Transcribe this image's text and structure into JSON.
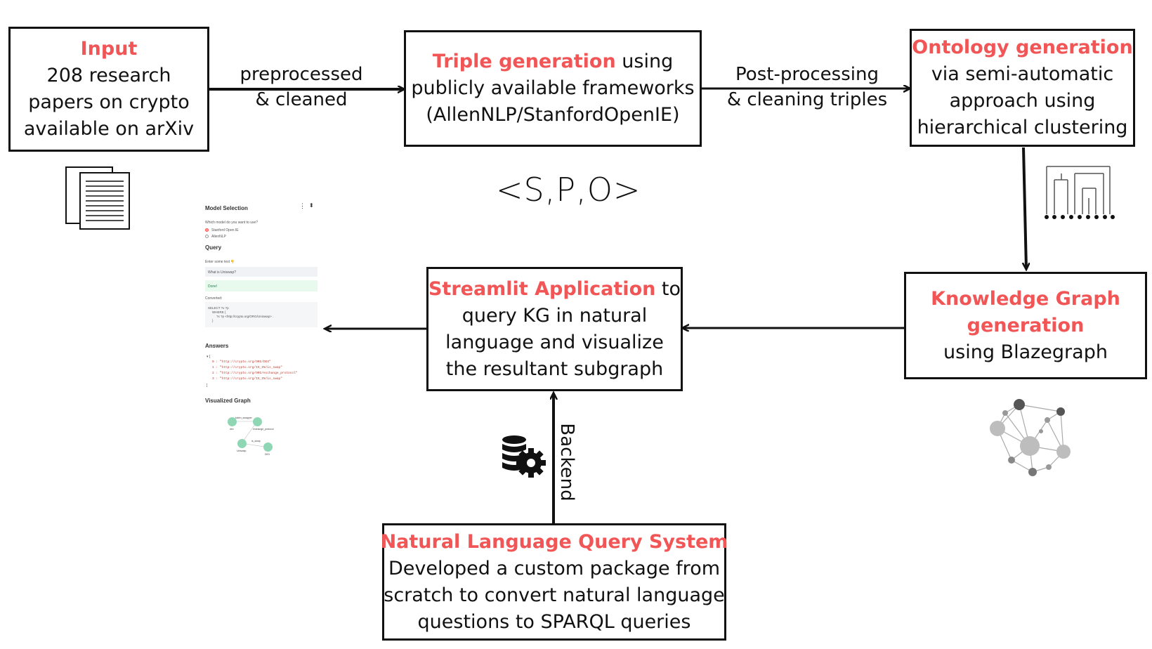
{
  "nodes": {
    "input": {
      "title": "Input",
      "lines": [
        "208 research",
        "papers on crypto",
        "available on arXiv"
      ]
    },
    "triple": {
      "title": "Triple generation",
      "title_suffix": " using",
      "lines": [
        "publicly available frameworks",
        "(AllenNLP/StanfordOpenIE)"
      ]
    },
    "ontology": {
      "title": "Ontology generation",
      "lines": [
        "via semi-automatic",
        "approach using",
        "hierarchical clustering"
      ]
    },
    "kg": {
      "title_lines": [
        "Knowledge Graph",
        "generation"
      ],
      "lines": [
        "using Blazegraph"
      ]
    },
    "streamlit": {
      "title": "Streamlit Application",
      "title_suffix": " to",
      "lines": [
        "query KG in natural",
        "language and visualize",
        "the resultant subgraph"
      ]
    },
    "nlq": {
      "title": "Natural Language Query System",
      "lines": [
        "Developed a custom package from",
        "scratch to convert natural language",
        "questions to SPARQL queries"
      ]
    }
  },
  "edges": {
    "input_to_triple": [
      "preprocessed",
      "& cleaned"
    ],
    "triple_to_ontology": [
      "Post-processing",
      "& cleaning triples"
    ],
    "nlq_to_streamlit": "Backend"
  },
  "spo_label": "<S,P,O>",
  "colors": {
    "accent": "#f25555",
    "stroke": "#111111",
    "node_fill": "#8fd6b5",
    "graph_gray": "#9a9a9a"
  },
  "icons": [
    "documents-icon",
    "dendrogram-icon",
    "network-graph-icon",
    "database-gear-icon"
  ],
  "streamlit_mock": {
    "model_selection": "Model Selection",
    "model_question": "Which model do you want to use?",
    "options": [
      "Stanford Open IE",
      "AllenNLP"
    ],
    "query_heading": "Query",
    "enter_text": "Enter some text 👇",
    "query_value": "What is Uniswap?",
    "status": "Done!",
    "converted_label": "Converted:",
    "sparql_lines": [
      "SELECT ?x ?p",
      "WHERE {",
      "?x ?p <http://crypto.org/ORG/Uniswap> .",
      "}"
    ],
    "answers_heading": "Answers",
    "answers": [
      "0 : \"http://crypto.org/ORG/DEX\"",
      "1 : \"http://crypto.org/IS_IN/is_swap\"",
      "2 : \"http://crypto.org/ORG/exchange_protocol\"",
      "3 : \"http://crypto.org/IS_IN/is_swap\""
    ],
    "graph_heading": "Visualized Graph",
    "graph_nodes": [
      "token_swapper",
      "dex",
      "exchange_protocol",
      "Uniswap",
      "is_swap",
      "DEX"
    ]
  }
}
